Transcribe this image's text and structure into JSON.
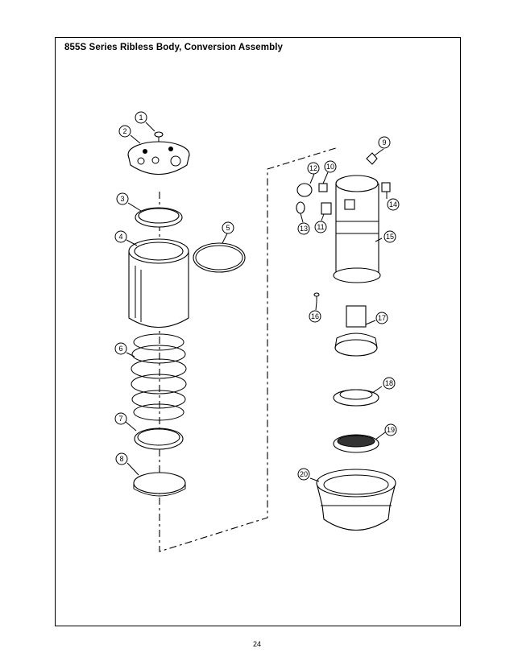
{
  "title": "855S Series Ribless Body, Conversion Assembly",
  "page_number": "24",
  "callouts": [
    "1",
    "2",
    "3",
    "4",
    "5",
    "6",
    "7",
    "8",
    "9",
    "10",
    "11",
    "12",
    "13",
    "14",
    "15",
    "16",
    "17",
    "18",
    "19",
    "20"
  ]
}
